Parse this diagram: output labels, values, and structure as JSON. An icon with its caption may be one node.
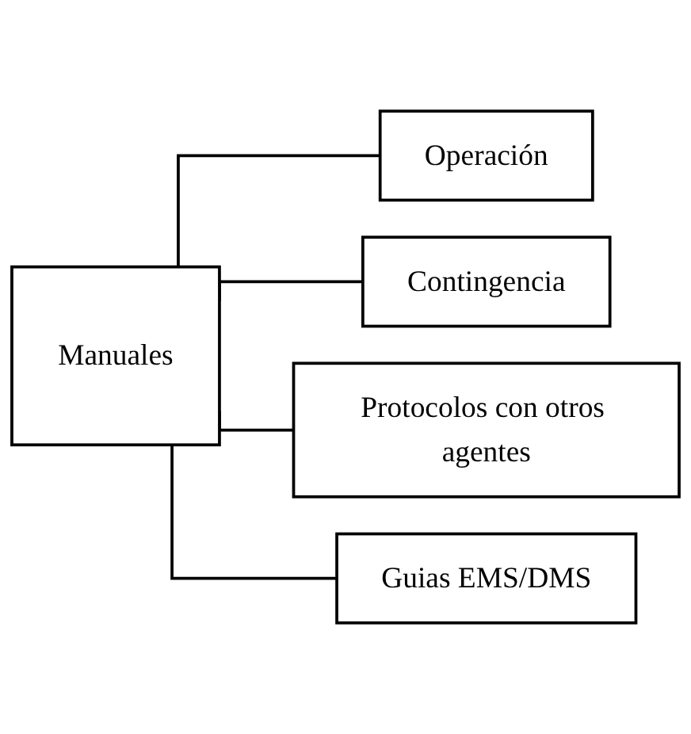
{
  "diagram": {
    "nodes": [
      {
        "text": [
          "Manuales"
        ]
      },
      {
        "text": [
          "Operación"
        ]
      },
      {
        "text": [
          "Contingencia"
        ]
      },
      {
        "text": [
          "Protocolos con otros agentes"
        ]
      },
      {
        "text": [
          "Guias EMS/DMS"
        ]
      }
    ],
    "edges": [
      {
        "from": 0,
        "to": 1,
        "arrow": "none"
      },
      {
        "from": 0,
        "to": 2,
        "arrow": "none"
      },
      {
        "from": 0,
        "to": 3,
        "arrow": "none"
      },
      {
        "from": 0,
        "to": 4,
        "arrow": "none"
      }
    ]
  }
}
